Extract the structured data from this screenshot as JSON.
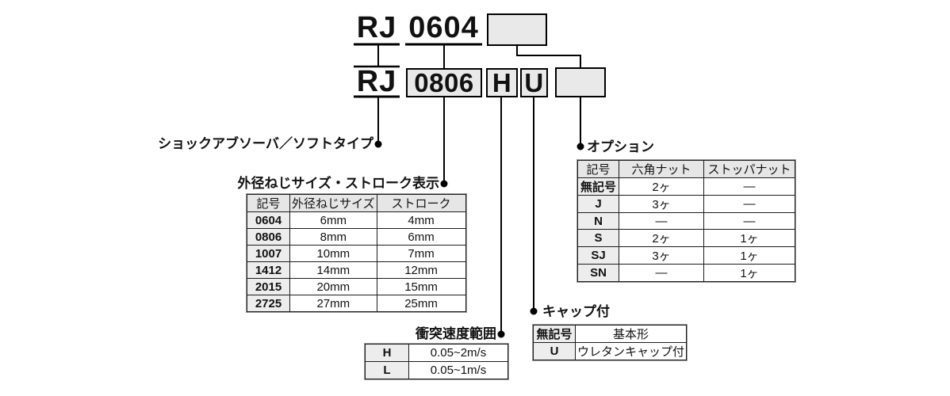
{
  "diagram": {
    "top_model": {
      "prefix": "RJ",
      "code": "0604"
    },
    "bottom_model": {
      "prefix": "RJ",
      "code": "0806",
      "speed": "H",
      "cap": "U"
    }
  },
  "labels": {
    "type": "ショックアブソーバ／ソフトタイプ",
    "size_stroke": "外径ねじサイズ・ストローク表示",
    "option": "オプション",
    "speed": "衝突速度範囲",
    "cap": "キャップ付"
  },
  "size_stroke_table": {
    "headers": [
      "記号",
      "外径ねじサイズ",
      "ストローク"
    ],
    "rows": [
      {
        "code": "0604",
        "size": "6mm",
        "stroke": "4mm"
      },
      {
        "code": "0806",
        "size": "8mm",
        "stroke": "6mm"
      },
      {
        "code": "1007",
        "size": "10mm",
        "stroke": "7mm"
      },
      {
        "code": "1412",
        "size": "14mm",
        "stroke": "12mm"
      },
      {
        "code": "2015",
        "size": "20mm",
        "stroke": "15mm"
      },
      {
        "code": "2725",
        "size": "27mm",
        "stroke": "25mm"
      }
    ]
  },
  "option_table": {
    "headers": [
      "記号",
      "六角ナット",
      "ストッパナット"
    ],
    "rows": [
      {
        "code": "無記号",
        "hex_nut": "2ヶ",
        "stopper_nut": "—"
      },
      {
        "code": "J",
        "hex_nut": "3ヶ",
        "stopper_nut": "—"
      },
      {
        "code": "N",
        "hex_nut": "—",
        "stopper_nut": "—"
      },
      {
        "code": "S",
        "hex_nut": "2ヶ",
        "stopper_nut": "1ヶ"
      },
      {
        "code": "SJ",
        "hex_nut": "3ヶ",
        "stopper_nut": "1ヶ"
      },
      {
        "code": "SN",
        "hex_nut": "—",
        "stopper_nut": "1ヶ"
      }
    ]
  },
  "speed_table": {
    "rows": [
      {
        "code": "H",
        "range": "0.05~2m/s"
      },
      {
        "code": "L",
        "range": "0.05~1m/s"
      }
    ]
  },
  "cap_table": {
    "rows": [
      {
        "code": "無記号",
        "desc": "基本形"
      },
      {
        "code": "U",
        "desc": "ウレタンキャップ付"
      }
    ]
  },
  "colors": {
    "box_fill": "#e9e9e9",
    "header_fill": "#e6e6e6",
    "code_cell_fill": "#ededed",
    "line": "#000000"
  }
}
